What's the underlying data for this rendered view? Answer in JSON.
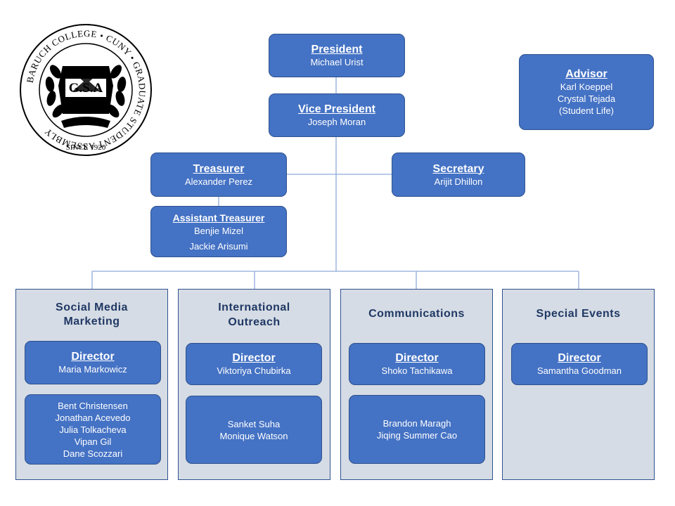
{
  "logo": {
    "ring_text": "BARUCH COLLEGE • CUNY • GRADUATE STUDENT ASSEMBLY",
    "center_text": "G.S.A",
    "since_text": "SINCE 1920"
  },
  "president": {
    "title": "President",
    "names": [
      "Michael Urist"
    ]
  },
  "vice_president": {
    "title": "Vice President",
    "names": [
      "Joseph Moran"
    ]
  },
  "advisor": {
    "title": "Advisor",
    "names": [
      "Karl Koeppel",
      "Crystal Tejada",
      "(Student Life)"
    ]
  },
  "treasurer": {
    "title": "Treasurer",
    "names": [
      "Alexander Perez"
    ]
  },
  "secretary": {
    "title": "Secretary",
    "names": [
      "Arijit Dhillon"
    ]
  },
  "assistant_treasurer": {
    "title": "Assistant Treasurer",
    "names": [
      "Benjie Mizel",
      "Jackie Arisumi"
    ]
  },
  "departments": [
    {
      "name": [
        "Social Media",
        "Marketing"
      ],
      "director_title": "Director",
      "director": "Maria Markowicz",
      "members": [
        "Bent Christensen",
        "Jonathan Acevedo",
        "Julia Tolkacheva",
        "Vipan Gil",
        "Dane Scozzari"
      ]
    },
    {
      "name": [
        "International",
        "Outreach"
      ],
      "director_title": "Director",
      "director": "Viktoriya Chubirka",
      "members": [
        "Sanket Suha",
        "Monique Watson"
      ]
    },
    {
      "name": [
        "Communications"
      ],
      "director_title": "Director",
      "director": "Shoko Tachikawa",
      "members": [
        "Brandon Maragh",
        "Jiqing Summer Cao"
      ]
    },
    {
      "name": [
        "Special Events"
      ],
      "director_title": "Director",
      "director": "Samantha Goodman",
      "members": []
    }
  ],
  "colors": {
    "box_fill": "#4472c4",
    "box_border": "#2f528f",
    "dept_fill": "#d6dce5",
    "dept_title": "#1f3864",
    "connector": "#8faadc"
  }
}
